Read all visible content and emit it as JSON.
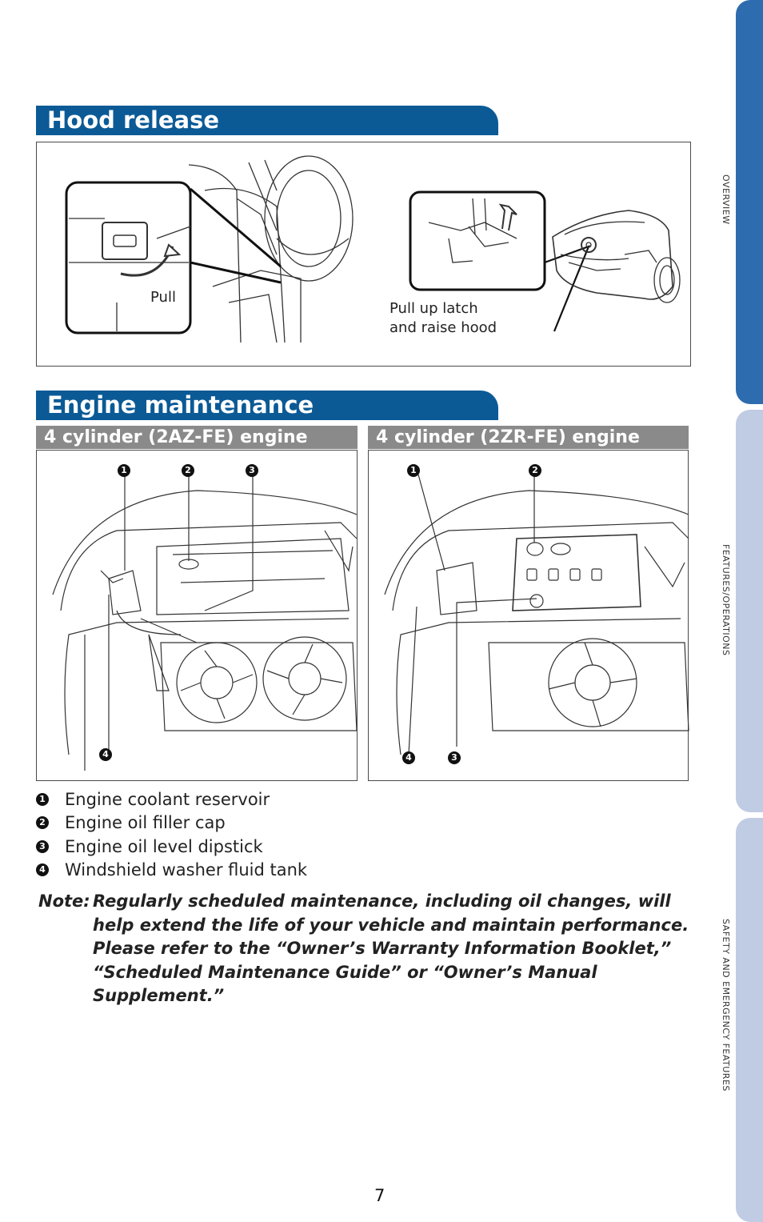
{
  "sections": {
    "hood_release": {
      "title": "Hood release"
    },
    "engine_maintenance": {
      "title": "Engine maintenance"
    }
  },
  "hood_labels": {
    "pull": "Pull",
    "pull_up_latch": "Pull up latch\nand raise hood"
  },
  "engines": [
    {
      "title": "4 cylinder (2AZ-FE) engine",
      "markers": [
        "1",
        "2",
        "3",
        "4"
      ]
    },
    {
      "title": "4 cylinder (2ZR-FE) engine",
      "markers": [
        "1",
        "2",
        "4",
        "3"
      ]
    }
  ],
  "legend": [
    {
      "num": "1",
      "text": "Engine coolant reservoir"
    },
    {
      "num": "2",
      "text": "Engine oil filler cap"
    },
    {
      "num": "3",
      "text": "Engine oil level dipstick"
    },
    {
      "num": "4",
      "text": "Windshield washer fluid tank"
    }
  ],
  "note": {
    "prefix": "Note:",
    "text": "Regularly scheduled maintenance, including oil changes, will help extend the life of your vehicle and maintain performance. Please refer to the “Owner’s Warranty Information Booklet,” “Scheduled Maintenance Guide” or “Owner’s Manual Supplement.”"
  },
  "side_tabs": [
    {
      "label": "OVERVIEW",
      "color": "#2e6cb0"
    },
    {
      "label": "FEATURES/OPERATIONS",
      "color": "#c0cbe4"
    },
    {
      "label": "SAFETY AND EMERGENCY FEATURES",
      "color": "#c0cbe4"
    }
  ],
  "page_number": "7",
  "colors": {
    "header_blue": "#0b5a96",
    "subheader_gray": "#8a8a8a"
  }
}
